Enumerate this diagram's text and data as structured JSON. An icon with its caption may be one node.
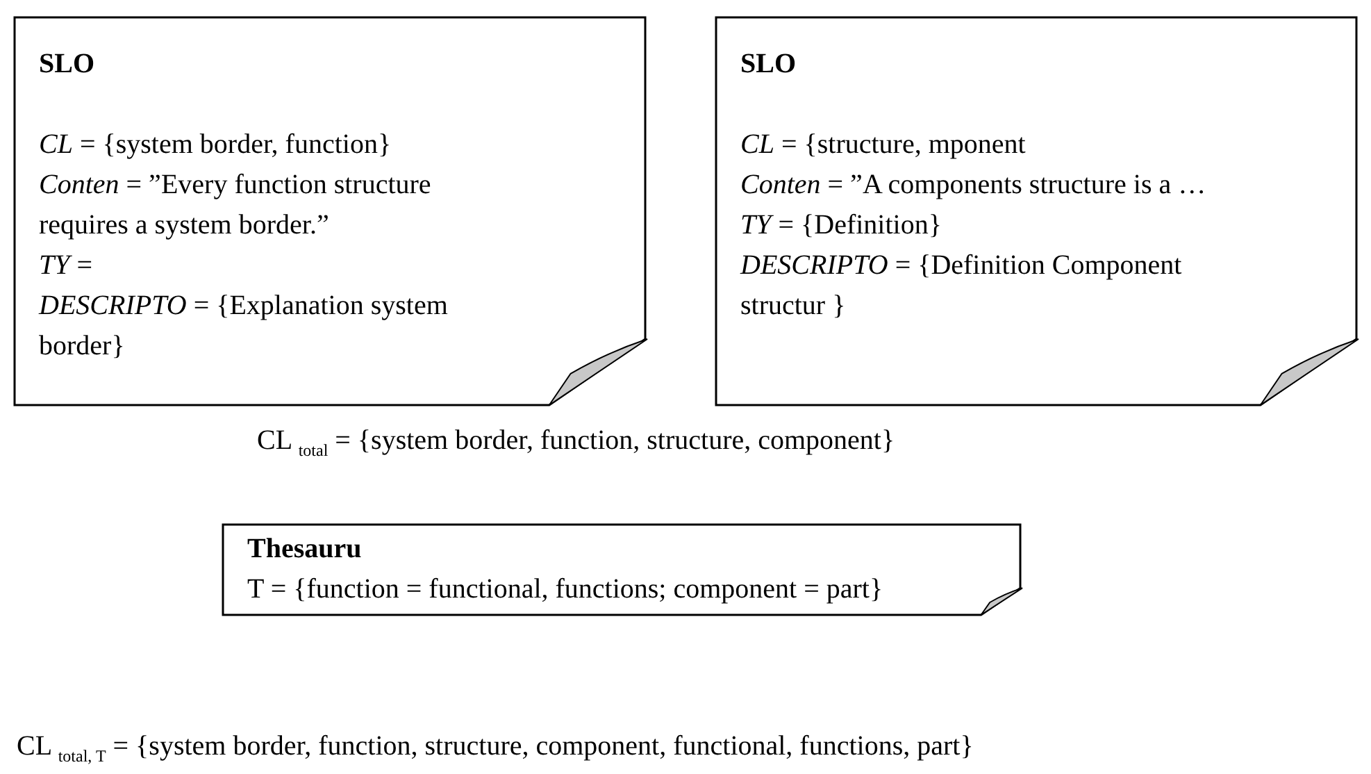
{
  "diagram": {
    "nodes": [
      {
        "text": [
          "SLO",
          "*CL* = {system border, function}",
          "*Conten* = ”Every function structure requires a system border.”",
          "*TY* =",
          "*DESCRIPTO* = {Explanation system border}"
        ]
      },
      {
        "text": [
          "SLO",
          "*CL* = {structure, mponent",
          "*Conten* = ”A components structure is a …",
          "*TY* = {Definition}",
          "*DESCRIPTO* = {Definition Component structur }"
        ]
      },
      {
        "text": [
          "Thesauru",
          "T = {function = functional, functions; component = part}"
        ]
      }
    ],
    "labels": [
      "CL $_{total}$ = {system border, function, structure, component}",
      "CL $_{total, T}$ = {system border, function, structure, component, functional, functions, part}"
    ]
  }
}
